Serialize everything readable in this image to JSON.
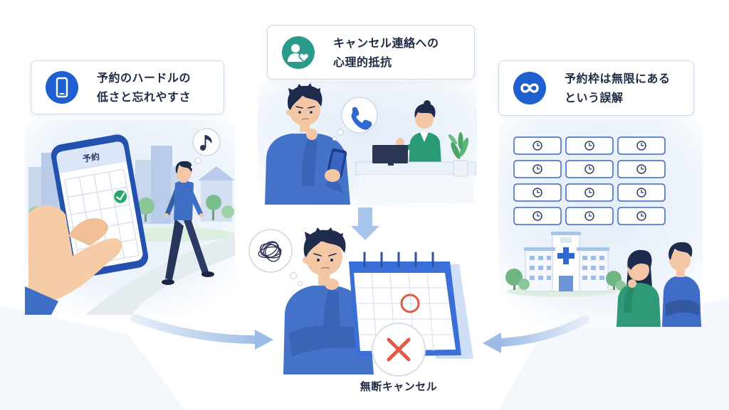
{
  "cards": {
    "left": {
      "line1": "予約のハードルの",
      "line2": "低さと忘れやすさ",
      "icon": "smartphone-icon"
    },
    "top": {
      "line1": "キャンセル連絡への",
      "line2": "心理的抵抗",
      "icon": "person-heart-icon"
    },
    "right": {
      "line1": "予約枠は無限にある",
      "line2": "という誤解",
      "icon": "infinity-icon"
    }
  },
  "phone_screen": {
    "title": "予約"
  },
  "result": {
    "label": "無断キャンセル"
  },
  "colors": {
    "primary_blue": "#1f5fcf",
    "teal": "#2a9a8a",
    "cancel_red": "#e15a47",
    "check_green": "#2aa86b",
    "arrow_blue": "#9dbbe6"
  }
}
